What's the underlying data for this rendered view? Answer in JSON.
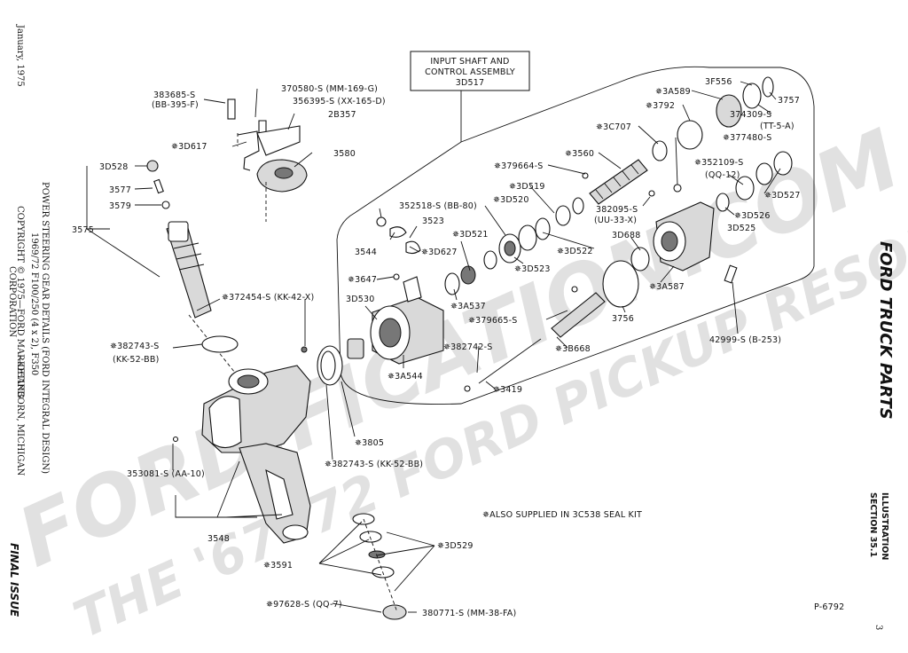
{
  "header": {
    "date": "January, 1975",
    "title_line1": "POWER STEERING GEAR DETAILS (FORD INTEGRAL DESIGN)",
    "title_line2": "1969/72  F100/250 (4 x 2), F350",
    "copyright_line1": "COPYRIGHT © 1975—FORD MARKETING",
    "copyright_line2": "CORPORATION",
    "copyright_line3": "—DEARBORN, MICHIGAN",
    "final_issue": "FINAL ISSUE"
  },
  "right_margin": {
    "brand": "FORD TRUCK PARTS",
    "illustration": "ILLUSTRATION",
    "section": "SECTION  35.1",
    "page_number": "3"
  },
  "watermark": {
    "line1": "FORDIFICATION.COM",
    "line2": "THE '67-'72 FORD PICKUP RESOURCE"
  },
  "callout": {
    "line1": "INPUT SHAFT AND",
    "line2": "CONTROL ASSEMBLY",
    "line3": "3D517"
  },
  "labels": {
    "l_383685": "383685-S",
    "l_bb395": "(BB-395-F)",
    "l_370580": "370580-S (MM-169-G)",
    "l_356395": "356395-S (XX-165-D)",
    "l_2b357": "2B357",
    "l_3d617": "✵3D617",
    "l_3580": "3580",
    "l_3d528": "3D528",
    "l_3577": "3577",
    "l_3579": "3579",
    "l_3575": "3575",
    "l_372454": "✵372454-S (KK-42-X)",
    "l_382743a": "✵382743-S",
    "l_kk52a": "(KK-52-BB)",
    "l_3805": "✵3805",
    "l_382743b": "✵382743-S (KK-52-BB)",
    "l_353081": "353081-S (AA-10)",
    "l_3548": "3548",
    "l_3591": "✵3591",
    "l_3d529": "✵3D529",
    "l_97628": "✵97628-S (QQ-7)",
    "l_380771": "380771-S (MM-38-FA)",
    "l_352518": "352518-S (BB-80)",
    "l_3523": "3523",
    "l_3544": "3544",
    "l_3d627": "✵3D627",
    "l_3647": "✵3647",
    "l_3d530": "3D530",
    "l_3a537": "✵3A537",
    "l_3a544": "✵3A544",
    "l_3d521": "✵3D521",
    "l_3d520": "✵3D520",
    "l_3d519": "✵3D519",
    "l_3d523": "✵3D523",
    "l_3d522": "✵3D522",
    "l_379664": "✵379664-S",
    "l_3560": "✵3560",
    "l_3c707": "✵3C707",
    "l_3792": "✵3792",
    "l_3a589": "✵3A589",
    "l_3f556": "3F556",
    "l_3757": "3757",
    "l_374309": "374309-S",
    "l_tt5a": "(TT-5-A)",
    "l_377480": "✵377480-S",
    "l_352109": "✵352109-S",
    "l_qq12": "(QQ-12)",
    "l_3d527": "✵3D527",
    "l_3d526": "✵3D526",
    "l_3d525": "3D525",
    "l_382095": "382095-S",
    "l_uu33x": "(UU-33-X)",
    "l_3d688": "3D688",
    "l_3a587": "✵3A587",
    "l_3756": "3756",
    "l_42999": "42999-S (B-253)",
    "l_379665": "✵379665-S",
    "l_3b668": "✵3B668",
    "l_382742": "✵382742-S",
    "l_3419": "✵3419",
    "l_seal_note": "✵ALSO SUPPLIED IN 3C538 SEAL KIT",
    "l_p6792": "P-6792"
  }
}
